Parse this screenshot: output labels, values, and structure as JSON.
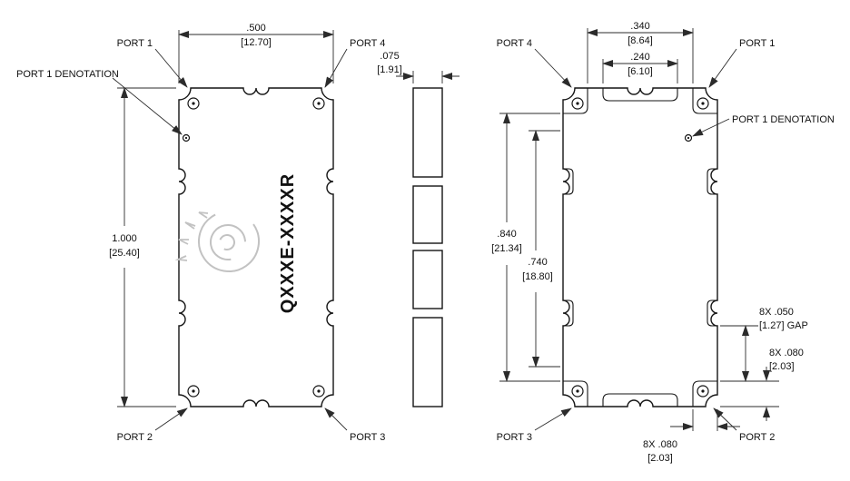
{
  "drawing": {
    "part_number": "QXXXE-XXXXR",
    "colors": {
      "ink": "#141414",
      "logo_gray": "#c2c2c2"
    },
    "top_view": {
      "port1": "PORT 1",
      "port2": "PORT 2",
      "port3": "PORT 3",
      "port4": "PORT 4",
      "denotation": "PORT 1 DENOTATION",
      "width_in": ".500",
      "width_mm": "[12.70]",
      "height_in": "1.000",
      "height_mm": "[25.40]"
    },
    "side_view": {
      "thickness_in": ".075",
      "thickness_mm": "[1.91]"
    },
    "bottom_view": {
      "port1": "PORT 1",
      "port2": "PORT 2",
      "port3": "PORT 3",
      "port4": "PORT 4",
      "denotation": "PORT 1 DENOTATION",
      "span_outer_in": ".340",
      "span_outer_mm": "[8.64]",
      "span_inner_in": ".240",
      "span_inner_mm": "[6.10]",
      "height_outer_in": ".840",
      "height_outer_mm": "[21.34]",
      "height_inner_in": ".740",
      "height_inner_mm": "[18.80]",
      "gap_line1": "8X .050",
      "gap_line2": "[1.27] GAP",
      "pad_right_line1": "8X .080",
      "pad_right_line2": "[2.03]",
      "pad_bottom_line1": "8X .080",
      "pad_bottom_line2": "[2.03]"
    }
  }
}
